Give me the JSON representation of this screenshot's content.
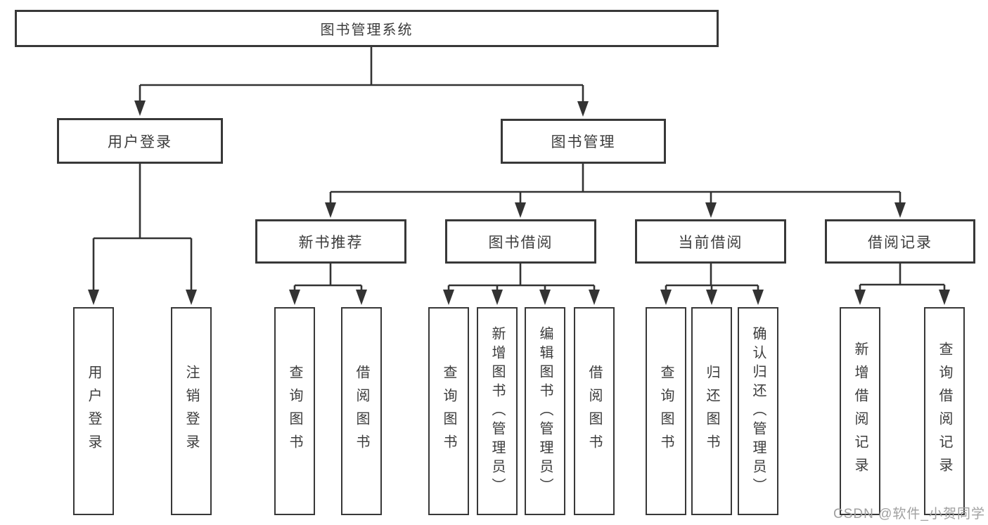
{
  "diagram": {
    "root": {
      "label": "图书管理系统"
    },
    "level2": [
      {
        "label": "用户登录"
      },
      {
        "label": "图书管理"
      }
    ],
    "level3": [
      {
        "label": "新书推荐"
      },
      {
        "label": "图书借阅"
      },
      {
        "label": "当前借阅"
      },
      {
        "label": "借阅记录"
      }
    ],
    "leaves": {
      "user_login": [
        "用户登录",
        "注销登录"
      ],
      "new_book_recommend": [
        "查询图书",
        "借阅图书"
      ],
      "book_borrow": [
        "查询图书",
        "新增图书（管理员）",
        "编辑图书（管理员）",
        "借阅图书"
      ],
      "current_borrow": [
        "查询图书",
        "归还图书",
        "确认归还（管理员）"
      ],
      "borrow_record": [
        "新增借阅记录",
        "查询借阅记录"
      ]
    }
  },
  "watermark": {
    "text": "CSDN @软件_小贺同学"
  },
  "colors": {
    "line": "#333333",
    "box_border": "#383838",
    "text": "#3c3c3c",
    "watermark": "#a0a0a0",
    "background": "#ffffff"
  }
}
